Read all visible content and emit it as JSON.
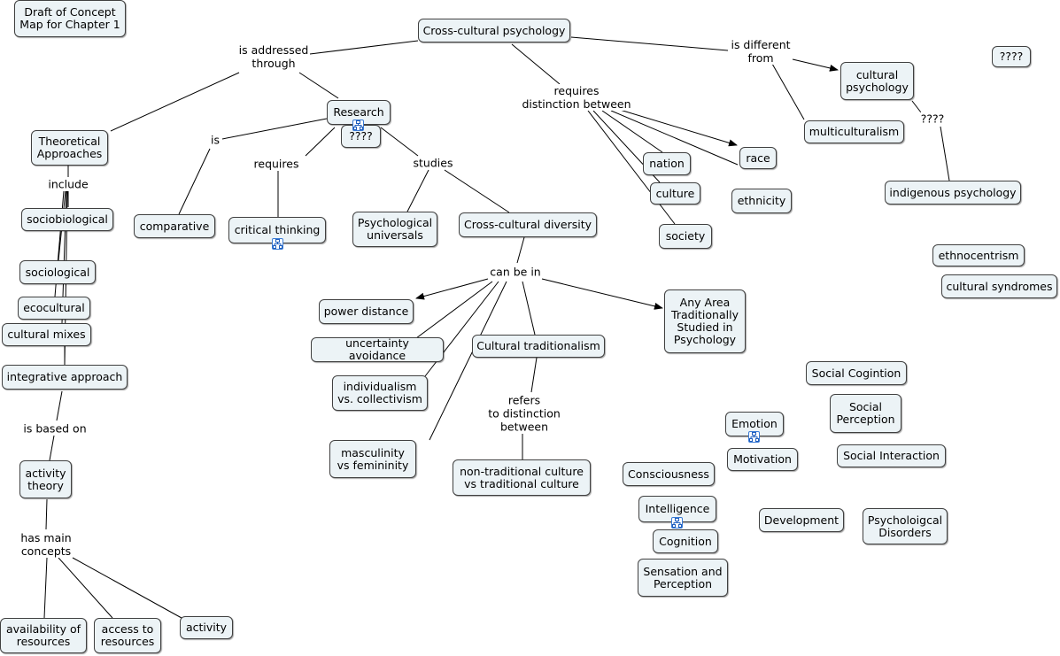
{
  "diagram": {
    "nodes": [
      {
        "id": "draft",
        "text": "Draft of Concept\nMap for Chapter 1"
      },
      {
        "id": "ccp",
        "text": "Cross-cultural psychology"
      },
      {
        "id": "q1",
        "text": "????"
      },
      {
        "id": "cultpsy",
        "text": "cultural\npsychology"
      },
      {
        "id": "multi",
        "text": "multiculturalism"
      },
      {
        "id": "indig",
        "text": "indigenous psychology"
      },
      {
        "id": "ethno",
        "text": "ethnocentrism"
      },
      {
        "id": "synd",
        "text": "cultural syndromes"
      },
      {
        "id": "theo",
        "text": "Theoretical\nApproaches"
      },
      {
        "id": "research",
        "text": "Research"
      },
      {
        "id": "q2",
        "text": "????"
      },
      {
        "id": "socio",
        "text": "sociobiological"
      },
      {
        "id": "sociol",
        "text": "sociological"
      },
      {
        "id": "eco",
        "text": "ecocultural"
      },
      {
        "id": "mixes",
        "text": "cultural mixes"
      },
      {
        "id": "integ",
        "text": "integrative approach"
      },
      {
        "id": "activth",
        "text": "activity\ntheory"
      },
      {
        "id": "avail",
        "text": "availability of\nresources"
      },
      {
        "id": "access",
        "text": "access to\nresources"
      },
      {
        "id": "activity",
        "text": "activity"
      },
      {
        "id": "comp",
        "text": "comparative"
      },
      {
        "id": "crit",
        "text": "critical thinking"
      },
      {
        "id": "univ",
        "text": "Psychological\nuniversals"
      },
      {
        "id": "ccd",
        "text": "Cross-cultural diversity"
      },
      {
        "id": "nation",
        "text": "nation"
      },
      {
        "id": "culture",
        "text": "culture"
      },
      {
        "id": "society",
        "text": "society"
      },
      {
        "id": "race",
        "text": "race"
      },
      {
        "id": "ethnicity",
        "text": "ethnicity"
      },
      {
        "id": "power",
        "text": "power distance"
      },
      {
        "id": "uncert",
        "text": "uncertainty avoidance"
      },
      {
        "id": "indiv",
        "text": "individualism\nvs. collectivism"
      },
      {
        "id": "masc",
        "text": "masculinity\nvs femininity"
      },
      {
        "id": "tradit",
        "text": "Cultural traditionalism"
      },
      {
        "id": "anyarea",
        "text": "Any Area\nTraditionally\nStudied in\nPsychology"
      },
      {
        "id": "nontrad",
        "text": "non-traditional culture\nvs traditional culture"
      },
      {
        "id": "soccog",
        "text": "Social Cogintion"
      },
      {
        "id": "socperc",
        "text": "Social\nPerception"
      },
      {
        "id": "socint",
        "text": "Social Interaction"
      },
      {
        "id": "emotion",
        "text": "Emotion"
      },
      {
        "id": "motiv",
        "text": "Motivation"
      },
      {
        "id": "consc",
        "text": "Consciousness"
      },
      {
        "id": "intell",
        "text": "Intelligence"
      },
      {
        "id": "cogn",
        "text": "Cognition"
      },
      {
        "id": "sens",
        "text": "Sensation and\nPerception"
      },
      {
        "id": "devel",
        "text": "Development"
      },
      {
        "id": "disord",
        "text": "Psycholoigcal\nDisorders"
      }
    ],
    "links": [
      {
        "id": "addressed",
        "text": "is addressed\nthrough"
      },
      {
        "id": "isdiff",
        "text": "is different\nfrom"
      },
      {
        "id": "reqdist",
        "text": "requires\ndistinction between"
      },
      {
        "id": "q3",
        "text": "????"
      },
      {
        "id": "include",
        "text": "include"
      },
      {
        "id": "is",
        "text": "is"
      },
      {
        "id": "requires",
        "text": "requires"
      },
      {
        "id": "studies",
        "text": "studies"
      },
      {
        "id": "canbein",
        "text": "can be in"
      },
      {
        "id": "refers",
        "text": "refers\nto distinction\nbetween"
      },
      {
        "id": "basedon",
        "text": "is based on"
      },
      {
        "id": "hasmain",
        "text": "has main\nconcepts"
      }
    ]
  }
}
